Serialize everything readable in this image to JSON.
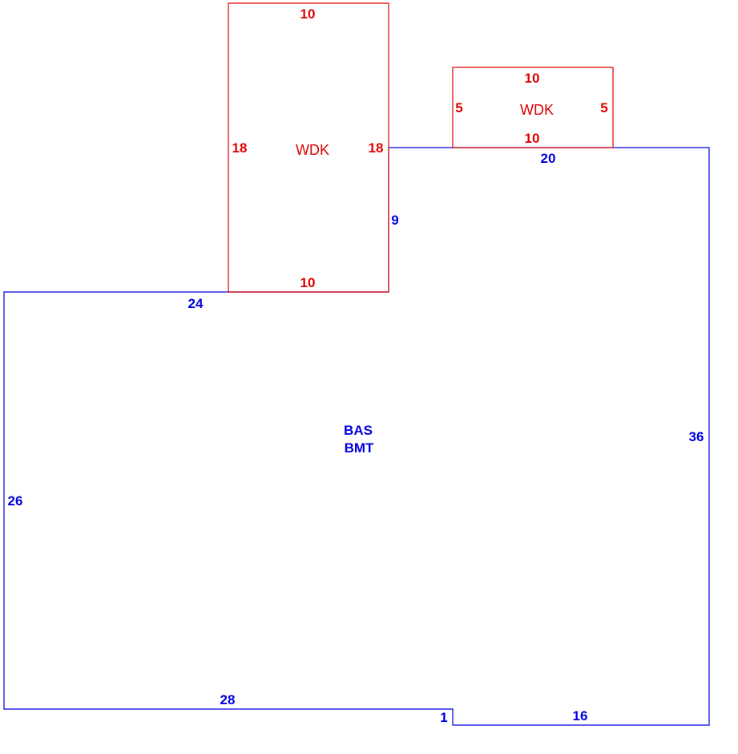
{
  "colors": {
    "base": "#0000dd",
    "deck": "#dd0000"
  },
  "base_area": {
    "labels": [
      "BAS",
      "BMT"
    ],
    "dimensions": {
      "top_left": "24",
      "left_step_up": "9",
      "top_right": "20",
      "right": "36",
      "bottom_right": "16",
      "step": "1",
      "bottom_left": "28",
      "left": "26"
    }
  },
  "deck_north": {
    "label": "WDK",
    "dimensions": {
      "top": "10",
      "left": "18",
      "right": "18",
      "bottom": "10"
    }
  },
  "deck_east": {
    "label": "WDK",
    "dimensions": {
      "top": "10",
      "left": "5",
      "right": "5",
      "bottom": "10"
    }
  }
}
